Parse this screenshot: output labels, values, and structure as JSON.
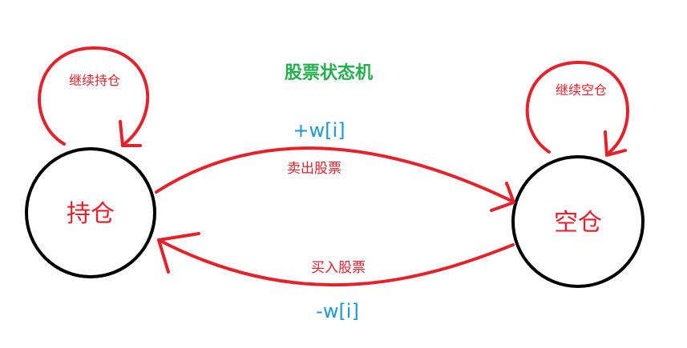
{
  "title": "股票状态机",
  "states": {
    "hold": "持仓",
    "empty": "空仓"
  },
  "loops": {
    "hold": "继续持仓",
    "empty": "继续空仓"
  },
  "transitions": {
    "sell": {
      "label": "卖出股票",
      "weight": "+w[i]"
    },
    "buy": {
      "label": "买入股票",
      "weight": "-w[i]"
    }
  },
  "colors": {
    "title": "#22b14c",
    "arrow": "#e8202a",
    "state_text": "#e8202a",
    "state_border": "#000000",
    "weight": "#1a9ad6"
  }
}
